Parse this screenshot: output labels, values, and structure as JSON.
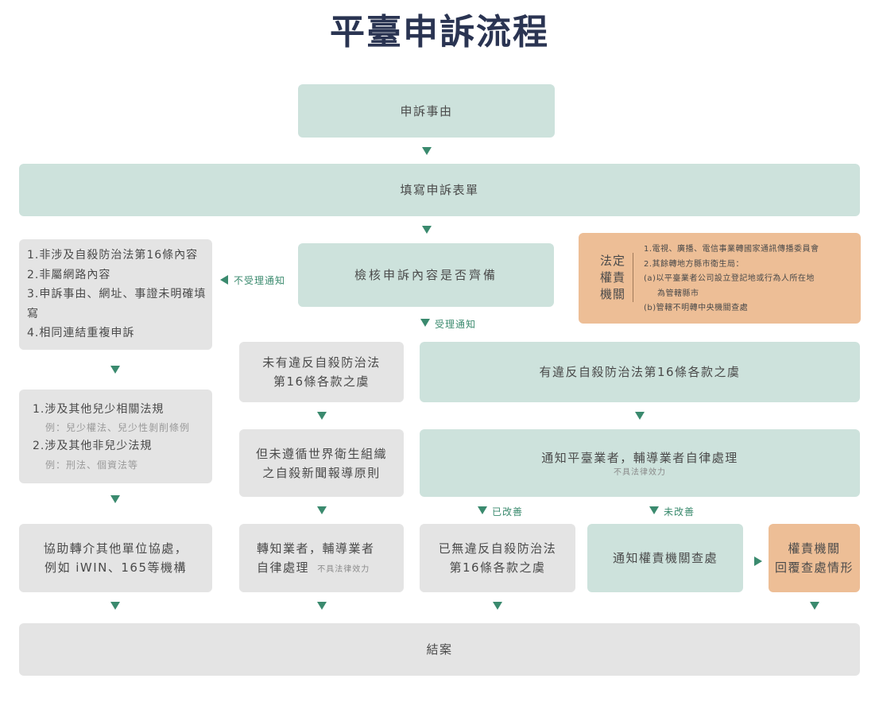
{
  "title": "平臺申訴流程",
  "nodes": {
    "reason": "申訴事由",
    "form": "填寫申訴表單",
    "check": "檢核申訴內容是否齊備",
    "not_accepted_notice": "不受理通知",
    "accepted_notice": "受理通知",
    "reject_list": [
      "1.非涉及自殺防治法第16條內容",
      "2.非屬網路內容",
      "3.申訴事由、網址、事證未明確填寫",
      "4.相同連結重複申訴"
    ],
    "other_laws": {
      "item1": "1.涉及其他兒少相關法規",
      "item1_note": "例：兒少權法、兒少性剝削條例",
      "item2": "2.涉及其他非兒少法規",
      "item2_note": "例：刑法、個資法等"
    },
    "assist_line1": "協助轉介其他單位協處，",
    "assist_line2": "例如 iWIN、165等機構",
    "authority": {
      "label_lines": [
        "法定",
        "權責",
        "機關"
      ],
      "line1": "1.電視、廣播、電信事業轉國家通訊傳播委員會",
      "line2": "2.其餘轉地方縣市衛生局：",
      "line3": "(a)以平臺業者公司設立登記地或行為人所在地",
      "line4": "為管轄縣市",
      "line5": "(b)管轄不明轉中央機關查處"
    },
    "no_violation_line1": "未有違反自殺防治法",
    "no_violation_line2": "第16條各款之虞",
    "violation": "有違反自殺防治法第16條各款之虞",
    "who_line1": "但未遵循世界衛生組織",
    "who_line2": "之自殺新聞報導原則",
    "notify_platform": "通知平臺業者，輔導業者自律處理",
    "notify_platform_sub": "不具法律效力",
    "improved": "已改善",
    "not_improved": "未改善",
    "forward_line1": "轉知業者，輔導業者",
    "forward_line2": "自律處理",
    "forward_sub": "不具法律效力",
    "resolved_line1": "已無違反自殺防治法",
    "resolved_line2": "第16條各款之虞",
    "notify_authority": "通知權責機關查處",
    "authority_reply_line1": "權責機關",
    "authority_reply_line2": "回覆查處情形",
    "close": "結案"
  },
  "colors": {
    "green_box": "#cde2dc",
    "gray_box": "#e4e4e4",
    "orange_box": "#edbe96",
    "arrow": "#3a8a6e",
    "title": "#2a3452"
  }
}
